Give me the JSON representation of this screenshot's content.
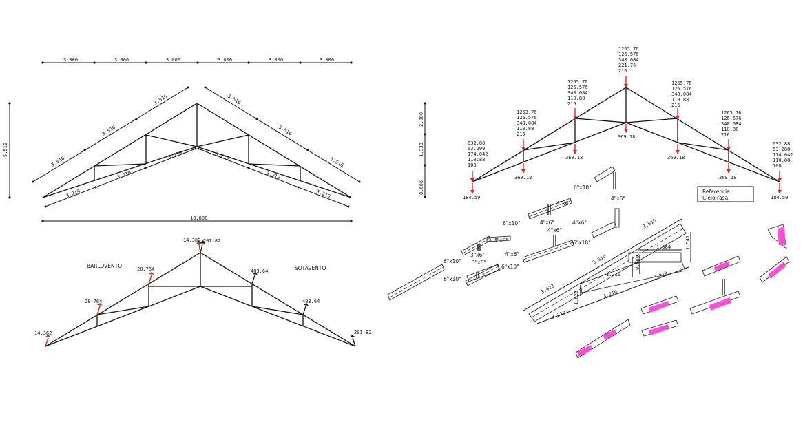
{
  "truss_geometry": {
    "top_dimensions": [
      "3.000",
      "3.000",
      "3.000",
      "3.000",
      "3.000",
      "3.000"
    ],
    "total_span": "18.000",
    "height": "5.510",
    "upper_chord_segments": [
      "3.516",
      "3.516",
      "3.516",
      "3.516",
      "3.516",
      "3.516"
    ],
    "lower_chord_segments": [
      "3.219",
      "3.219",
      "3.219",
      "3.219",
      "3.219",
      "3.219"
    ]
  },
  "wind_loads": {
    "windward_label": "BARLOVENTO",
    "leeward_label": "SOTAVENTO",
    "left_support": "14.362",
    "left_panel_1": "28.764",
    "left_panel_2": "28.764",
    "apex_left": "14.382",
    "apex_right": "201.82",
    "right_panel_1": "403.64",
    "right_panel_2": "403.64",
    "right_support": "201.82"
  },
  "gravity_loads": {
    "left_dims": [
      "2.000",
      "1.333",
      "0.666"
    ],
    "apex": [
      "1265.76",
      "126.576",
      "348.084",
      "221.76",
      "216"
    ],
    "upper_left": [
      "1265.76",
      "126.576",
      "348.084",
      "110.88",
      "216"
    ],
    "mid_left": [
      "1263.76",
      "126.576",
      "348.084",
      "110.88",
      "216"
    ],
    "end_left": [
      "632.88",
      "63.299",
      "174.042",
      "110.88",
      "108"
    ],
    "upper_right": [
      "1265.76",
      "126.576",
      "348.084",
      "110.88",
      "216"
    ],
    "mid_right": [
      "1265.76",
      "126.576",
      "348.084",
      "110.88",
      "216"
    ],
    "end_right": [
      "632.88",
      "63.288",
      "174.042",
      "110.88",
      "108"
    ],
    "bottom_left": "369.18",
    "bottom_mid_left": "369.18",
    "bottom_center": "369.18",
    "bottom_mid_right": "369.18",
    "bottom_right": "369.18",
    "support_left": "184.59",
    "support_right": "184.59",
    "reference_title": "Referencia:",
    "reference_value": "Cielo rasa"
  },
  "members": {
    "m1": "6\"x10\"",
    "m2": "6\"x10\"",
    "m3": "4\"x6\"",
    "m4": "4\"x6\"",
    "m5": "6\"x10\"",
    "m6": "4\"x6\"",
    "m7": "4\"x6\"",
    "m8": "4\"x6\"",
    "m9": "4\"x6\"",
    "m10": "6\"x10\"",
    "m11": "3\"x6\"",
    "m12": "3\"x6\"",
    "m13": "4\"x6\"",
    "m14": "6\"x10\"",
    "m15": "6\"x10\"",
    "m16": "6\"x10\""
  },
  "detail_dims": {
    "d1": "3.516",
    "d2": "3.516",
    "d3": "3.219",
    "d4": "3.219",
    "d5": "1.984",
    "d6": "1.541",
    "d7": "1.219",
    "d8": "0.860",
    "d9": "3.219",
    "d10": "1.020",
    "d11": "3.423"
  }
}
